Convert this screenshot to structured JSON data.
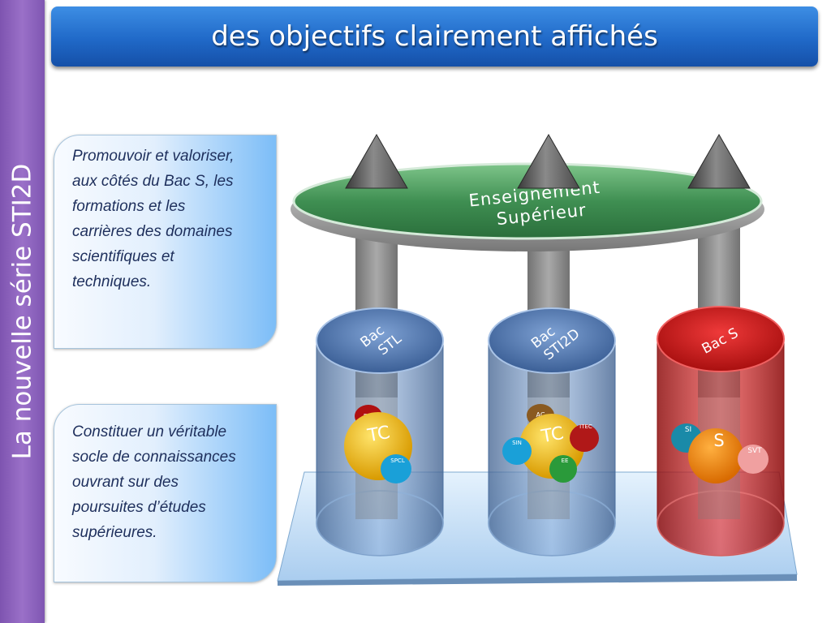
{
  "header": {
    "title": "des objectifs clairement affichés"
  },
  "sidebar": {
    "title": "La nouvelle série STI2D"
  },
  "objectives": [
    "Promouvoir et valoriser, aux côtés du Bac S, les formations et les carrières des domaines scientifiques et techniques.",
    "Constituer un véritable socle de connaissances ouvrant sur des poursuites d’études supérieures."
  ],
  "diagram": {
    "higher_ed": {
      "line1": "Enseignement",
      "line2": "Supérieur"
    },
    "cylinders": [
      {
        "line1": "Bac",
        "line2": "STL",
        "core": "TC",
        "satellites": [
          "Bio",
          "SPCL"
        ]
      },
      {
        "line1": "Bac",
        "line2": "STI2D",
        "core": "TC",
        "satellites": [
          "AC",
          "ITEC",
          "SIN",
          "EE"
        ]
      },
      {
        "line1": "Bac S",
        "line2": "",
        "core": "S",
        "satellites": [
          "SI",
          "SVT"
        ]
      }
    ]
  },
  "colors": {
    "sidebar": "#8a60bc",
    "header": "#2a74d0",
    "ellipse": "#3f8f52",
    "cylinder_blue": "#5a86c0",
    "cylinder_red": "#c81414",
    "core": "#f0b800"
  }
}
